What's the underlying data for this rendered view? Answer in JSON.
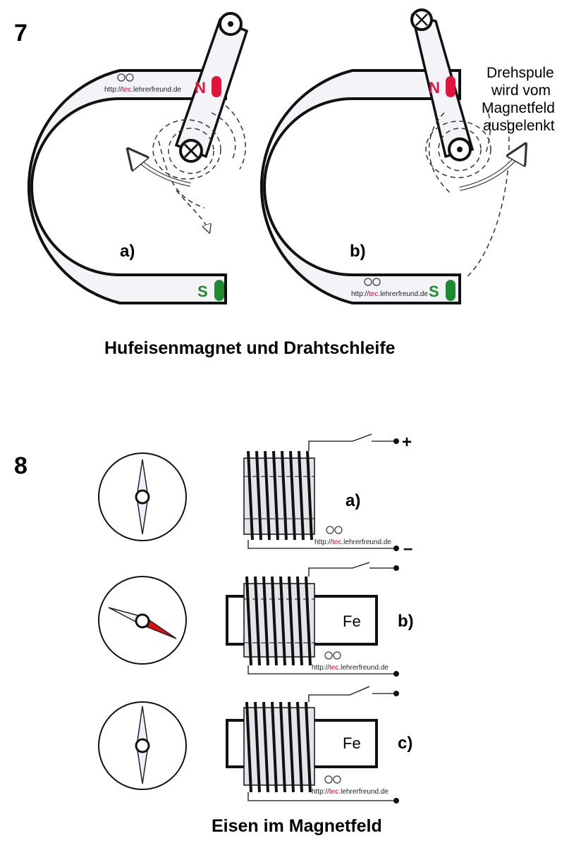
{
  "figure7": {
    "number": "7",
    "caption": "Hufeisenmagnet und Drahtschleife",
    "label_a": "a)",
    "label_b": "b)",
    "pole_north": "N",
    "pole_south": "S",
    "note_lines": [
      "Drehspule",
      "wird vom",
      "Magnetfeld",
      "ausgelenkt"
    ],
    "colors": {
      "north": "#e0143c",
      "south": "#1f8a2e",
      "outline": "#111111",
      "fill": "#f3f3f8"
    }
  },
  "figure8": {
    "number": "8",
    "caption": "Eisen im Magnetfeld",
    "label_a": "a)",
    "label_b": "b)",
    "label_c": "c)",
    "iron_label": "Fe",
    "plus": "+",
    "minus": "–",
    "colors": {
      "needle_red": "#e01010",
      "core": "#e4e4ea"
    }
  },
  "watermark": {
    "prefix": "http://",
    "highlight": "tec",
    "suffix": ".lehrerfreund.de"
  }
}
